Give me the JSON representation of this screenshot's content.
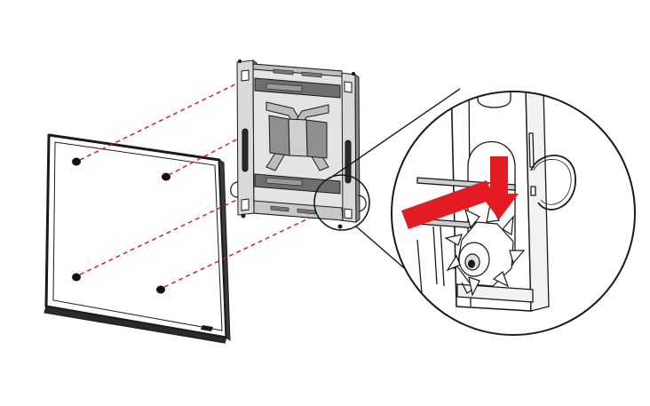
{
  "diagram": {
    "colors": {
      "background": "#ffffff",
      "line": "#1a1a1a",
      "guide_dash": "#d0181f",
      "arrow": "#e31b23",
      "bracket_fill": "#d9d9d9",
      "bracket_dark": "#6e6e6e",
      "screen_fill": "#ffffff"
    },
    "parts": {
      "tv_panel": "tv-panel",
      "wall_bracket": "wall-bracket",
      "detail_callout": "detail-callout",
      "locking_knob": "locking-knob-icon",
      "direction_arrow": "red-arrow-icon"
    }
  }
}
